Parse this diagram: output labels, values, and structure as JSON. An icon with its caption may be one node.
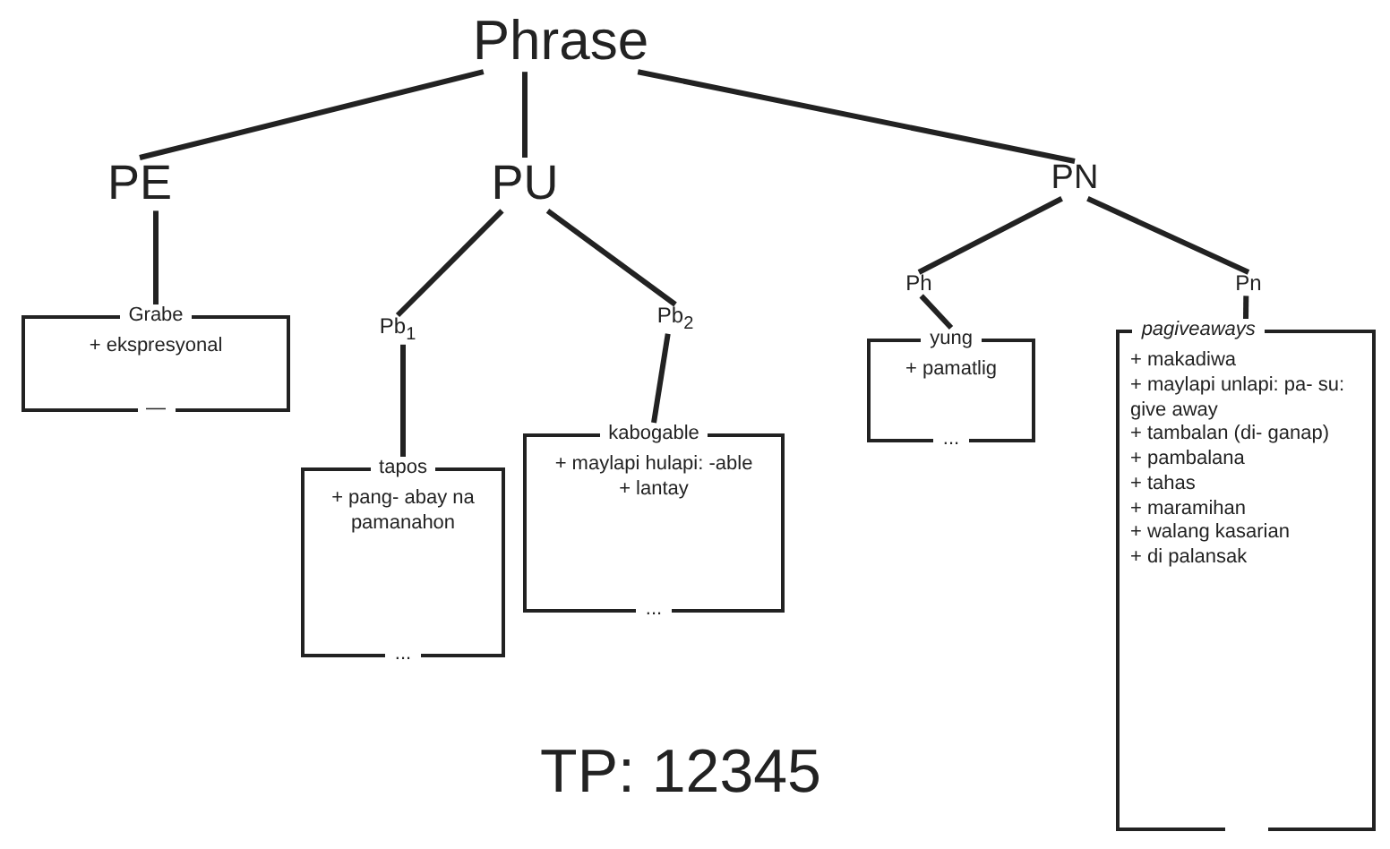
{
  "diagram": {
    "nodes": [
      {
        "text": [
          "Phrase"
        ]
      },
      {
        "text": [
          "PE"
        ]
      },
      {
        "text": [
          "PU"
        ]
      },
      {
        "text": [
          "PN"
        ]
      },
      {
        "text": [
          "Grabe",
          "+ ekspresyonal",
          "—"
        ]
      },
      {
        "text": [
          "Pb$_{1}$"
        ]
      },
      {
        "text": [
          "Pb$_{2}$"
        ]
      },
      {
        "text": [
          "tapos",
          "+ pang- abay na pamanahon",
          "..."
        ]
      },
      {
        "text": [
          "kabogable",
          "+ maylapi hulapi: -able",
          "+ lantay",
          "..."
        ]
      },
      {
        "text": [
          "Ph"
        ]
      },
      {
        "text": [
          "Pn"
        ]
      },
      {
        "text": [
          "yung",
          "+ pamatlig",
          "..."
        ]
      },
      {
        "text": [
          "pagiveaways",
          "+ makadiwa",
          "+ maylapi unlapi: pa- su: give away",
          "+ tambalan (di- ganap)",
          "+ pambalana",
          "+ tahas",
          "+ maramihan",
          "+ walang kasarian",
          "+ di palansak"
        ]
      }
    ],
    "edges": [
      {
        "from": 0,
        "to": 1,
        "arrow": "none"
      },
      {
        "from": 0,
        "to": 2,
        "arrow": "none"
      },
      {
        "from": 0,
        "to": 3,
        "arrow": "none"
      },
      {
        "from": 1,
        "to": 4,
        "arrow": "none"
      },
      {
        "from": 2,
        "to": 5,
        "arrow": "none"
      },
      {
        "from": 2,
        "to": 6,
        "arrow": "none"
      },
      {
        "from": 5,
        "to": 7,
        "arrow": "none"
      },
      {
        "from": 6,
        "to": 8,
        "arrow": "none"
      },
      {
        "from": 3,
        "to": 9,
        "arrow": "none"
      },
      {
        "from": 3,
        "to": 10,
        "arrow": "none"
      },
      {
        "from": 9,
        "to": 11,
        "arrow": "none"
      },
      {
        "from": 10,
        "to": 12,
        "arrow": "none"
      }
    ],
    "labels": [
      "TP: 12345"
    ]
  }
}
